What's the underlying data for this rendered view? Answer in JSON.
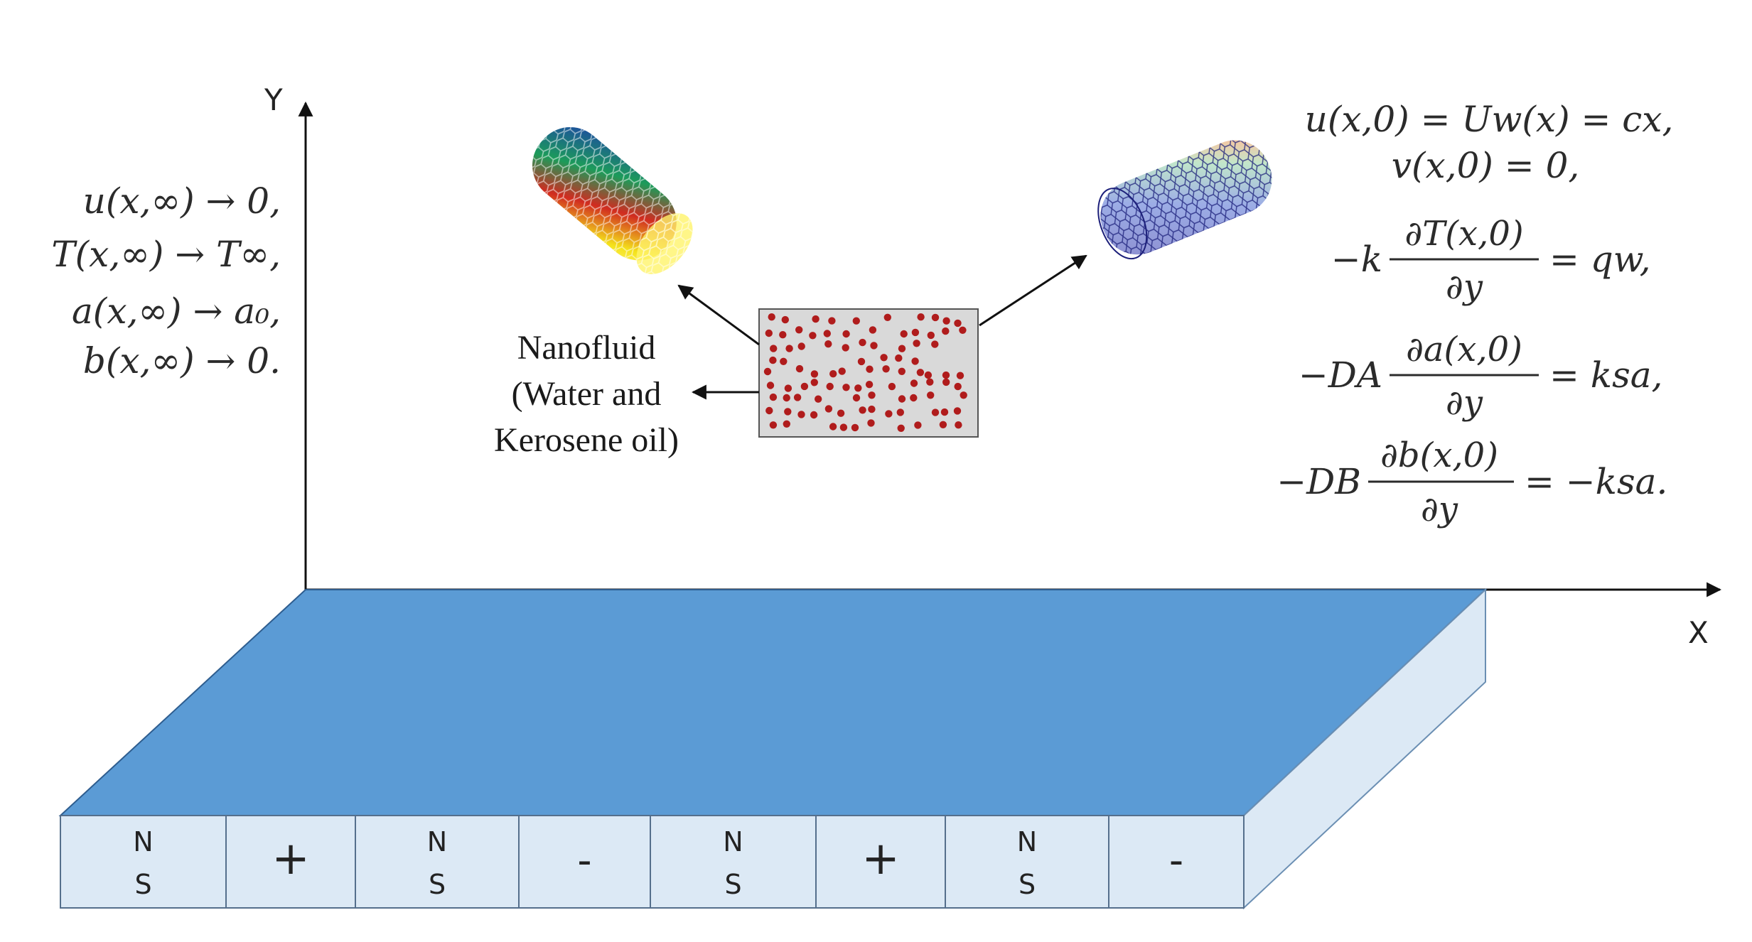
{
  "axes": {
    "y_label": "Y",
    "x_label": "X"
  },
  "far_field_conditions": [
    "u(x,∞) → 0,",
    "T(x,∞) → T∞,",
    "a(x,∞) → a₀,",
    "b(x,∞) → 0."
  ],
  "wall_conditions": {
    "line1": "u(x,0) = Uw(x) = cx,",
    "line2": "v(x,0) = 0,",
    "eq3": {
      "prefix": "−k",
      "num": "∂T(x,0)",
      "den": "∂y",
      "rhs": "= qw,"
    },
    "eq4": {
      "prefix": "−DA",
      "num": "∂a(x,0)",
      "den": "∂y",
      "rhs": "= ksa,"
    },
    "eq5": {
      "prefix": "−DB",
      "num": "∂b(x,0)",
      "den": "∂y",
      "rhs": "= −ksa."
    }
  },
  "nanofluid_label": [
    "Nanofluid",
    "(Water and",
    "Kerosene oil)"
  ],
  "magnets": [
    "N|S",
    "+",
    "N|S",
    "-",
    "N|S",
    "+",
    "N|S",
    "-"
  ],
  "colors": {
    "plate_top": "#5b9bd5",
    "plate_side": "#dce9f5",
    "box_fill": "#d9d9d9",
    "particle": "#b01c1c"
  }
}
